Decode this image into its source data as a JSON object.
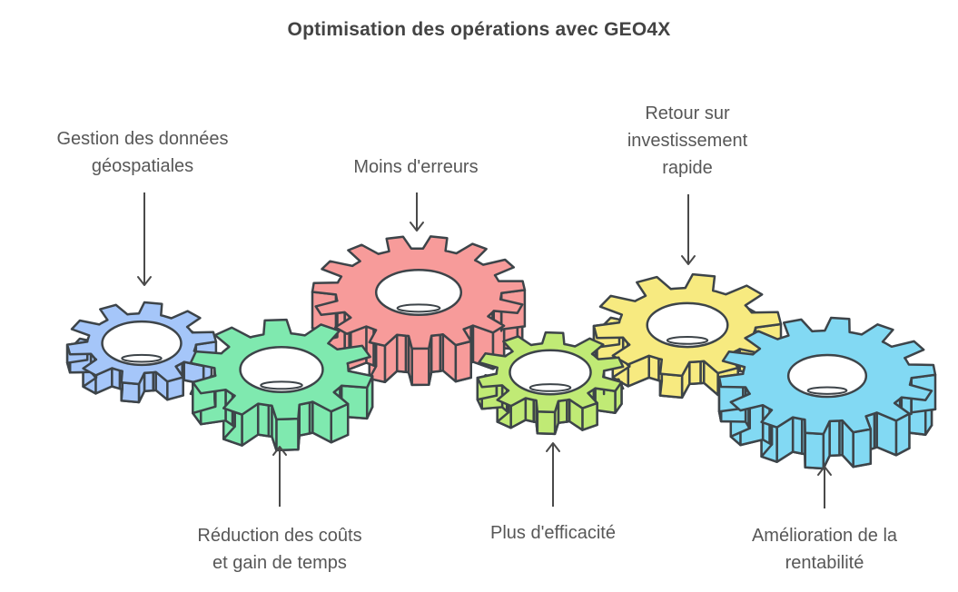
{
  "title": "Optimisation des opérations avec GEO4X",
  "labels": [
    {
      "id": "gestion",
      "text": "Gestion des données\ngéospatiales"
    },
    {
      "id": "moins",
      "text": "Moins d'erreurs"
    },
    {
      "id": "retour",
      "text": "Retour sur\ninvestissement\nrapide"
    },
    {
      "id": "reduction",
      "text": "Réduction des coûts\net gain de temps"
    },
    {
      "id": "efficacite",
      "text": "Plus d'efficacité"
    },
    {
      "id": "amelioration",
      "text": "Amélioration de la\nrentabilité"
    }
  ],
  "gears": [
    {
      "name": "geospatial-data-gear",
      "color": "#a5c6f9"
    },
    {
      "name": "cost-reduction-gear",
      "color": "#7fe9af"
    },
    {
      "name": "fewer-errors-gear",
      "color": "#f79b9a"
    },
    {
      "name": "efficiency-gear",
      "color": "#c0ea75"
    },
    {
      "name": "roi-gear",
      "color": "#f7ea80"
    },
    {
      "name": "profitability-gear",
      "color": "#82d9f3"
    }
  ],
  "colors": {
    "outline": "#3d4449",
    "arrow": "#4a4a4a",
    "label_text": "#575757",
    "title_text": "#434343",
    "hole_fill": "#ffffff",
    "background": "#ffffff"
  }
}
